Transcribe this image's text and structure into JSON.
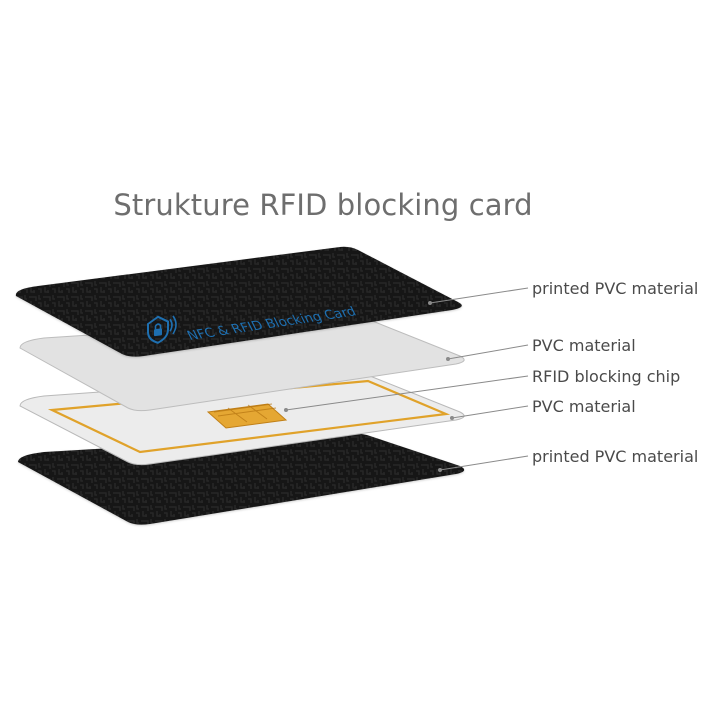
{
  "title": "Strukture RFID blocking card",
  "card_text": "NFC & RFID Blocking Card",
  "layers": [
    {
      "label": "printed PVC material",
      "kind": "printed"
    },
    {
      "label": "PVC material",
      "kind": "plain"
    },
    {
      "label": "RFID blocking chip",
      "kind": "chip"
    },
    {
      "label": "PVC material",
      "kind": "antenna"
    },
    {
      "label": "printed PVC material",
      "kind": "printed"
    }
  ],
  "colors": {
    "printed_card": "#161616",
    "plain_card": "#e4e4e4",
    "antenna": "#e0a22a",
    "chip": "#e5a733",
    "leader_line": "#8a8a8a",
    "card_text": "#1e6fb0"
  },
  "icons": {
    "card_logo": "shield-lock-icon"
  }
}
